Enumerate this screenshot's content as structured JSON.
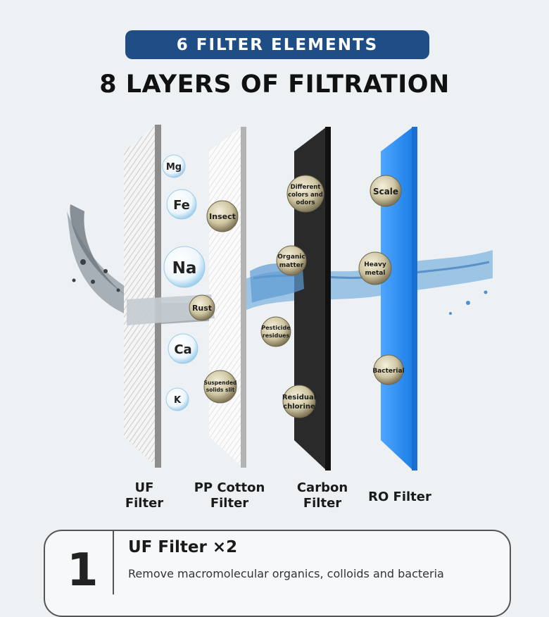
{
  "header": {
    "pill_text": "6 FILTER ELEMENTS",
    "title": "8 LAYERS OF FILTRATION"
  },
  "filters": [
    {
      "label_line1": "UF",
      "label_line2": "Filter"
    },
    {
      "label_line1": "PP Cotton",
      "label_line2": "Filter"
    },
    {
      "label_line1": "Carbon",
      "label_line2": "Filter"
    },
    {
      "label_line1": "RO Filter",
      "label_line2": ""
    }
  ],
  "minerals": [
    "Mg",
    "Fe",
    "Na",
    "Ca",
    "K"
  ],
  "impurities": {
    "insect": "Insect",
    "rust": "Rust",
    "suspended_1": "Suspended",
    "suspended_2": "solids slit",
    "colors_1": "Different",
    "colors_2": "colors and",
    "colors_3": "odors",
    "organic_1": "Organic",
    "organic_2": "matter",
    "pesticide_1": "Pesticide",
    "pesticide_2": "residues",
    "chlorine_1": "Residual",
    "chlorine_2": "chlorine",
    "scale": "Scale",
    "heavy_1": "Heavy",
    "heavy_2": "metal",
    "bacterial": "Bacterial"
  },
  "card": {
    "number": "1",
    "title": "UF Filter ×2",
    "description": "Remove macromolecular organics, colloids and bacteria"
  },
  "colors": {
    "pill": "#1f4e86",
    "ro_blue": "#2f8df0",
    "carbon": "#262626",
    "water": "#4d8fc9"
  }
}
